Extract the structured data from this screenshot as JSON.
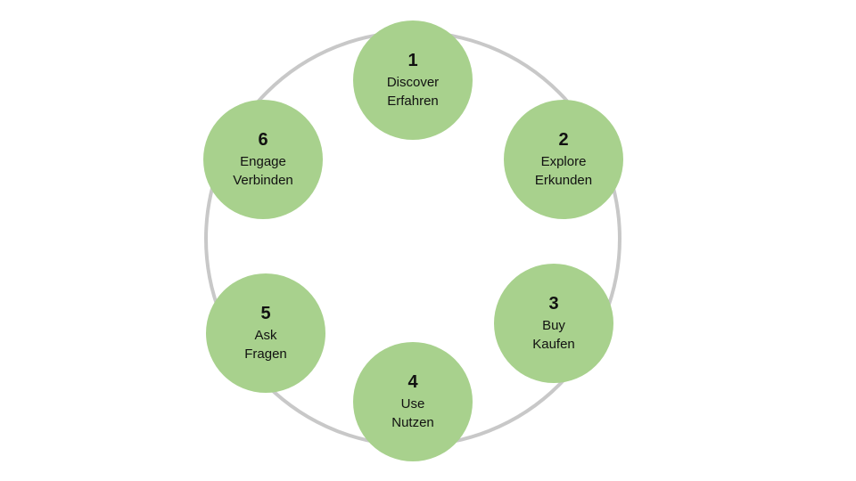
{
  "colors": {
    "ring": "#c8c8c8",
    "node_fill": "#a8d18d",
    "text": "#111111",
    "background": "#ffffff"
  },
  "cycle": {
    "steps": [
      {
        "number": "1",
        "en": "Discover",
        "de": "Erfahren"
      },
      {
        "number": "2",
        "en": "Explore",
        "de": "Erkunden"
      },
      {
        "number": "3",
        "en": "Buy",
        "de": "Kaufen"
      },
      {
        "number": "4",
        "en": "Use",
        "de": "Nutzen"
      },
      {
        "number": "5",
        "en": "Ask",
        "de": "Fragen"
      },
      {
        "number": "6",
        "en": "Engage",
        "de": "Verbinden"
      }
    ]
  }
}
